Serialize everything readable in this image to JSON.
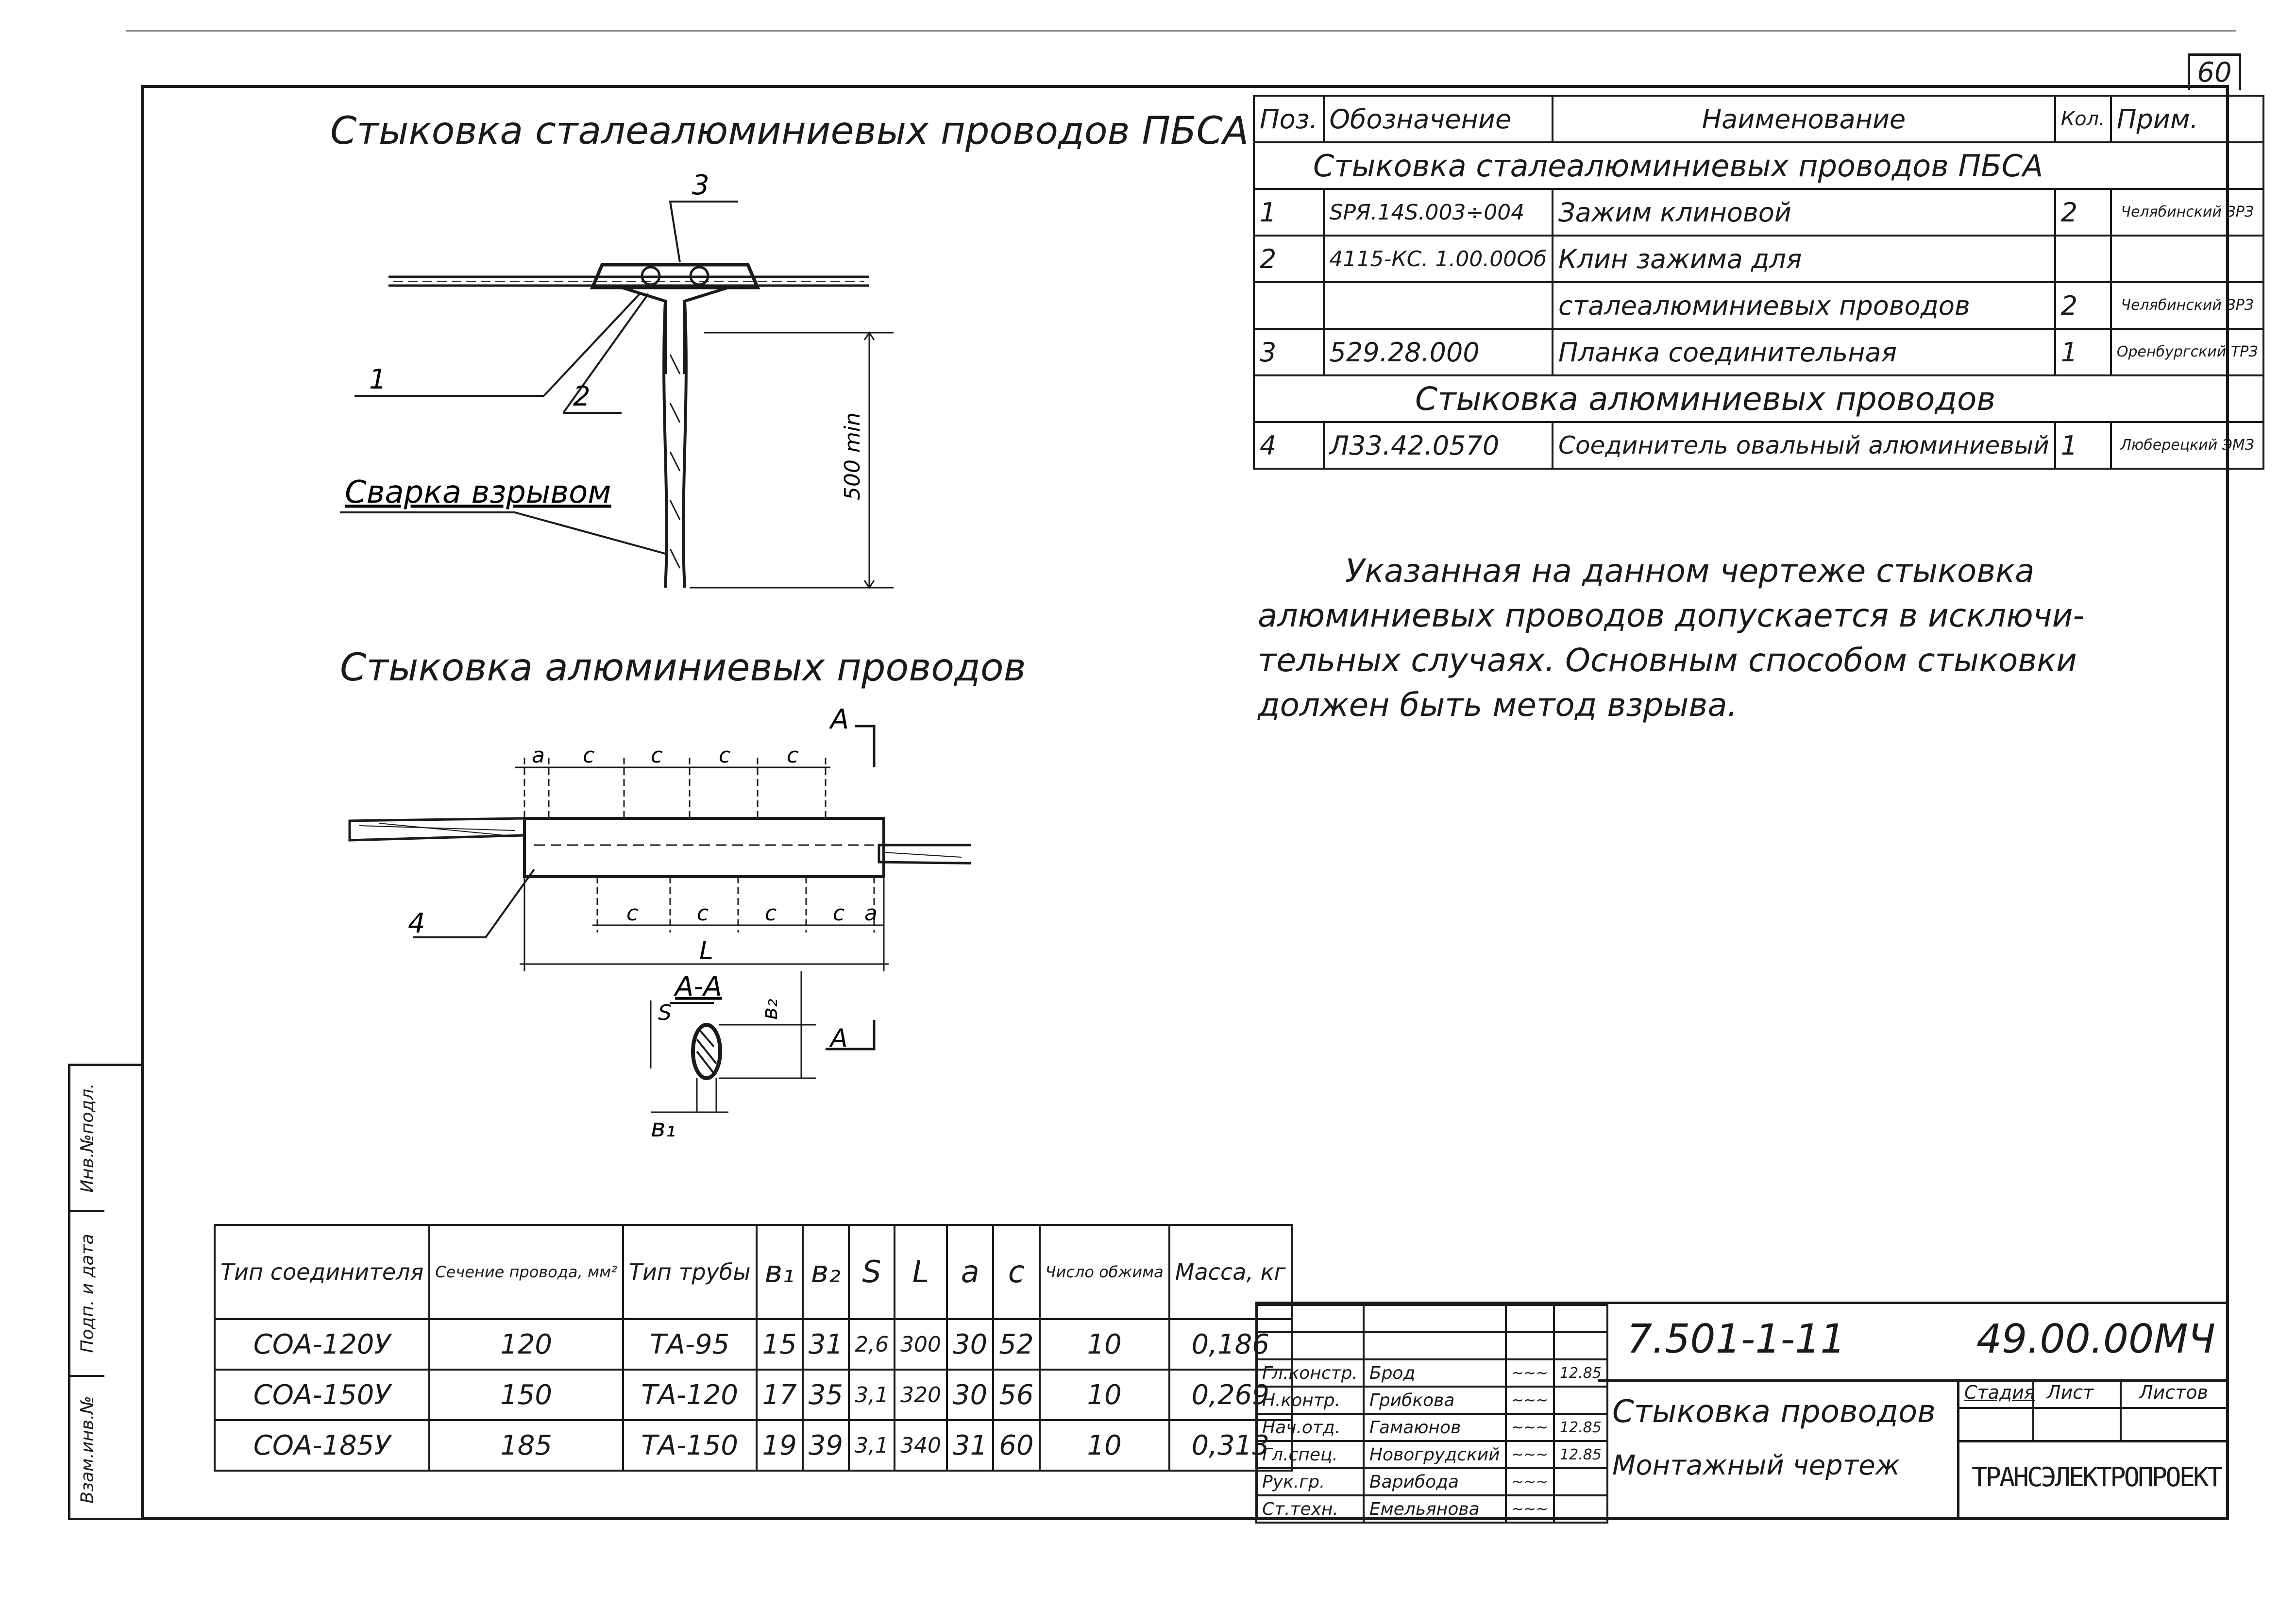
{
  "sheet_number": "60",
  "drawing1": {
    "title": "Стыковка сталеалюминиевых проводов ПБСА",
    "callouts": [
      "3",
      "1",
      "2"
    ],
    "dimension": "500 min",
    "weld_label": "Сварка взрывом"
  },
  "drawing2": {
    "title": "Стыковка алюминиевых проводов",
    "section_marker": "А",
    "top_dims": [
      "a",
      "c",
      "c",
      "c",
      "c"
    ],
    "bottom_dims": [
      "c",
      "c",
      "c",
      "c",
      "a"
    ],
    "length_label": "L",
    "callout": "4",
    "section_title": "А-А",
    "section_labels": {
      "s": "S",
      "b1": "в₁",
      "b2": "в₂",
      "marker": "А"
    }
  },
  "spec_table": {
    "headers": [
      "Поз.",
      "Обозначение",
      "Наименование",
      "Кол.",
      "Прим."
    ],
    "group1": "Стыковка сталеалюминиевых проводов ПБСА",
    "rows1": [
      {
        "pos": "1",
        "code": "SPЯ.14S.003÷004",
        "name": "Зажим клиновой",
        "qty": "2",
        "note": "Челябинский ЗРЗ"
      },
      {
        "pos": "2",
        "code": "4115-КС. 1.00.00Об",
        "name": "Клин зажима для",
        "qty": "",
        "note": ""
      },
      {
        "pos": "",
        "code": "",
        "name": "сталеалюминиевых проводов",
        "qty": "2",
        "note": "Челябинский ЗРЗ"
      },
      {
        "pos": "3",
        "code": "529.28.000",
        "name": "Планка соединительная",
        "qty": "1",
        "note": "Оренбургский ТРЗ"
      }
    ],
    "group2": "Стыковка алюминиевых проводов",
    "rows2": [
      {
        "pos": "4",
        "code": "Л33.42.0570",
        "name": "Соединитель овальный алюминиевый",
        "qty": "1",
        "note": "Люберецкий ЭМЗ"
      }
    ]
  },
  "note_text": "Указанная на данном чертеже стыковка алюминиевых проводов допускается в исключи-тельных случаях. Основным способом стыковки должен быть метод взрыва.",
  "data_table": {
    "headers": [
      "Тип соединителя",
      "Сечение провода, мм²",
      "Тип трубы",
      "в₁",
      "в₂",
      "S",
      "L",
      "a",
      "c",
      "Число обжима",
      "Масса, кг"
    ],
    "rows": [
      [
        "СОА-120У",
        "120",
        "ТА-95",
        "15",
        "31",
        "2,6",
        "300",
        "30",
        "52",
        "10",
        "0,186"
      ],
      [
        "СОА-150У",
        "150",
        "ТА-120",
        "17",
        "35",
        "3,1",
        "320",
        "30",
        "56",
        "10",
        "0,269"
      ],
      [
        "СОА-185У",
        "185",
        "ТА-150",
        "19",
        "39",
        "3,1",
        "340",
        "31",
        "60",
        "10",
        "0,313"
      ]
    ]
  },
  "title_block": {
    "doc_code": "7.501-1-11",
    "doc_number": "49.00.00МЧ",
    "signers": [
      {
        "role": "Гл.констр.",
        "name": "Брод",
        "date": "12.85"
      },
      {
        "role": "Н.контр.",
        "name": "Грибкова",
        "date": ""
      },
      {
        "role": "Нач.отд.",
        "name": "Гамаюнов",
        "date": "12.85"
      },
      {
        "role": "Гл.спец.",
        "name": "Новогрудский",
        "date": "12.85"
      },
      {
        "role": "Рук.гр.",
        "name": "Варибода",
        "date": ""
      },
      {
        "role": "Ст.техн.",
        "name": "Емельянова",
        "date": ""
      }
    ],
    "title_line1": "Стыковка проводов",
    "title_line2": "Монтажный чертеж",
    "stage_label": "Стадия",
    "sheet_label": "Лист",
    "sheets_label": "Листов",
    "organization": "ТРАНСЭЛЕКТРОПРОЕКТ"
  },
  "side_strip": [
    "Инв.№подл.",
    "Подп. и дата",
    "Взам.инв.№"
  ]
}
